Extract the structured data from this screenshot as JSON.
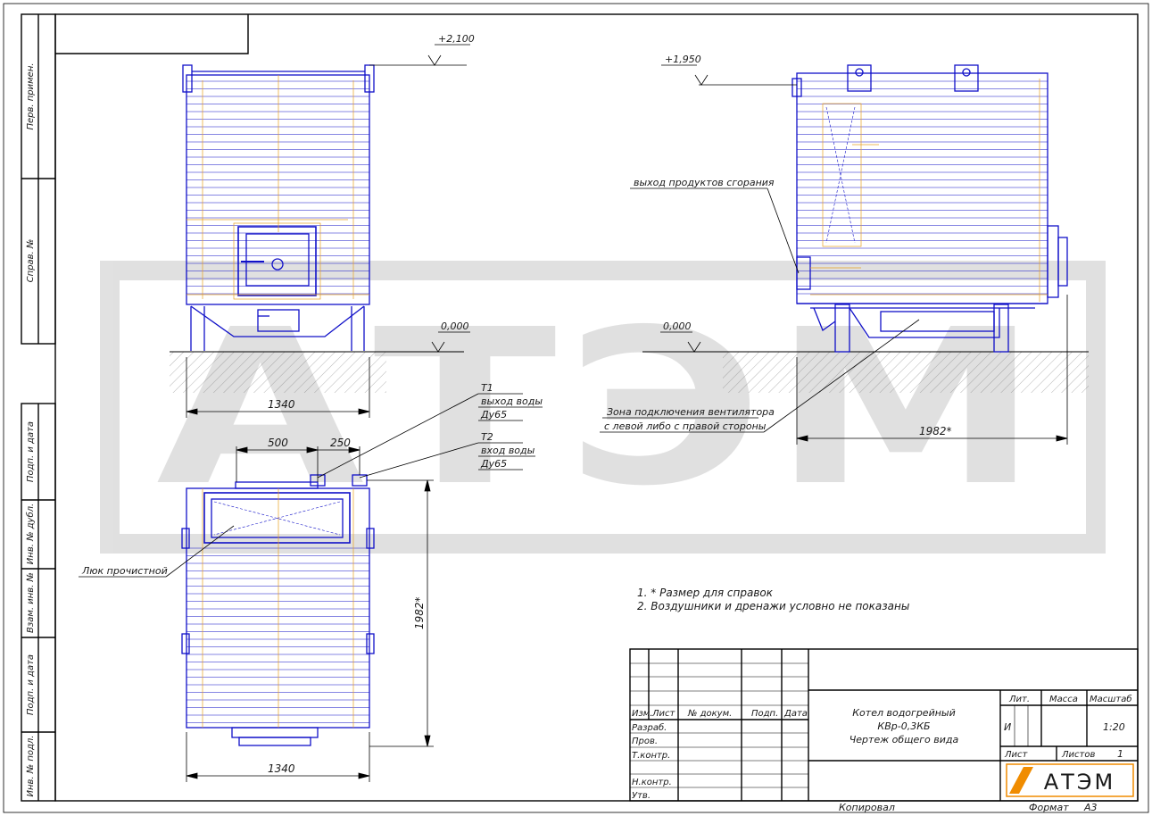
{
  "sheet": {
    "side_stamps": [
      "Перв. примен.",
      "Справ. №",
      "Подп. и дата",
      "Инв. № дубл.",
      "Взам. инв. №",
      "Подп. и дата",
      "Инв. № подл."
    ]
  },
  "watermark": {
    "text": "АТЭМ"
  },
  "front_view": {
    "elev_top": "+2,100",
    "elev_ground": "0,000",
    "width_dim": "1340"
  },
  "side_view": {
    "elev_top": "+1,950",
    "elev_ground": "0,000",
    "length_dim": "1982*",
    "exhaust_label": "выход продуктов сгорания",
    "fan_label_1": "Зона подключения вентилятора",
    "fan_label_2": "с левой либо с правой стороны"
  },
  "plan_view": {
    "dim_500": "500",
    "dim_250": "250",
    "width_dim": "1340",
    "length_dim": "1982*",
    "t1": [
      "T1",
      "выход воды",
      "Ду65"
    ],
    "t2": [
      "T2",
      "вход воды",
      "Ду65"
    ],
    "hatch_label": "Люк прочистной"
  },
  "notes": [
    "1. * Размер для справок",
    "2. Воздушники и дренажи условно не показаны"
  ],
  "title_block": {
    "headers": [
      "Изм.",
      "Лист",
      "№ докум.",
      "Подп.",
      "Дата"
    ],
    "roles": [
      "Разраб.",
      "Пров.",
      "Т.контр.",
      "",
      "Н.контр.",
      "Утв."
    ],
    "title_lines": [
      "Котел водогрейный",
      "КВр-0,3КБ",
      "Чертеж общего вида"
    ],
    "lit_label": "Лит.",
    "mass_label": "Масса",
    "scale_label": "Масштаб",
    "lit_value": "И",
    "scale_value": "1:20",
    "sheet_label": "Лист",
    "sheets_label": "Листов",
    "sheets_value": "1",
    "logo": "АТЭМ",
    "copied": "Копировал",
    "format_label": "Формат",
    "format_value": "А3"
  },
  "colors": {
    "frame": "#000000",
    "drawing": "#1010c8",
    "hidden": "#e8a020",
    "watermark": "#c8c8c8",
    "logo_accent": "#f08c00"
  }
}
